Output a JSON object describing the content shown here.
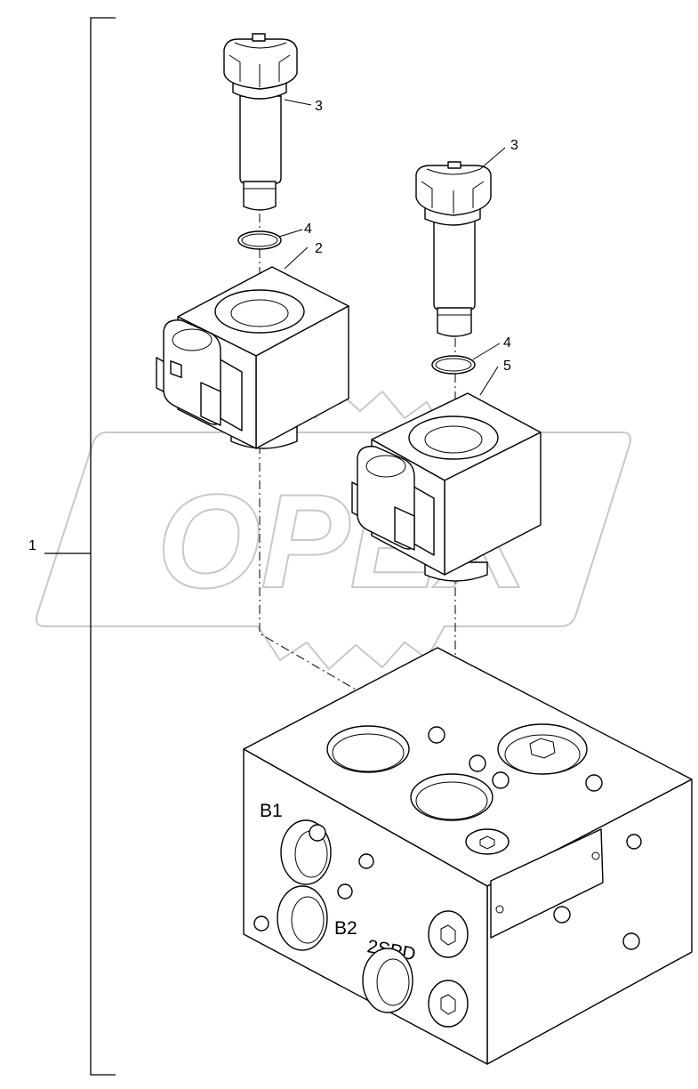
{
  "callouts": {
    "assembly": "1",
    "coil_left": "2",
    "cartridge_left": "3",
    "cartridge_right": "3",
    "oring_left": "4",
    "oring_right": "4",
    "coil_right": "5"
  },
  "block_stamps": {
    "port_b1": "B1",
    "port_b2": "B2",
    "port_2spd": "2SPD"
  },
  "watermark": {
    "text": "OPEX"
  }
}
